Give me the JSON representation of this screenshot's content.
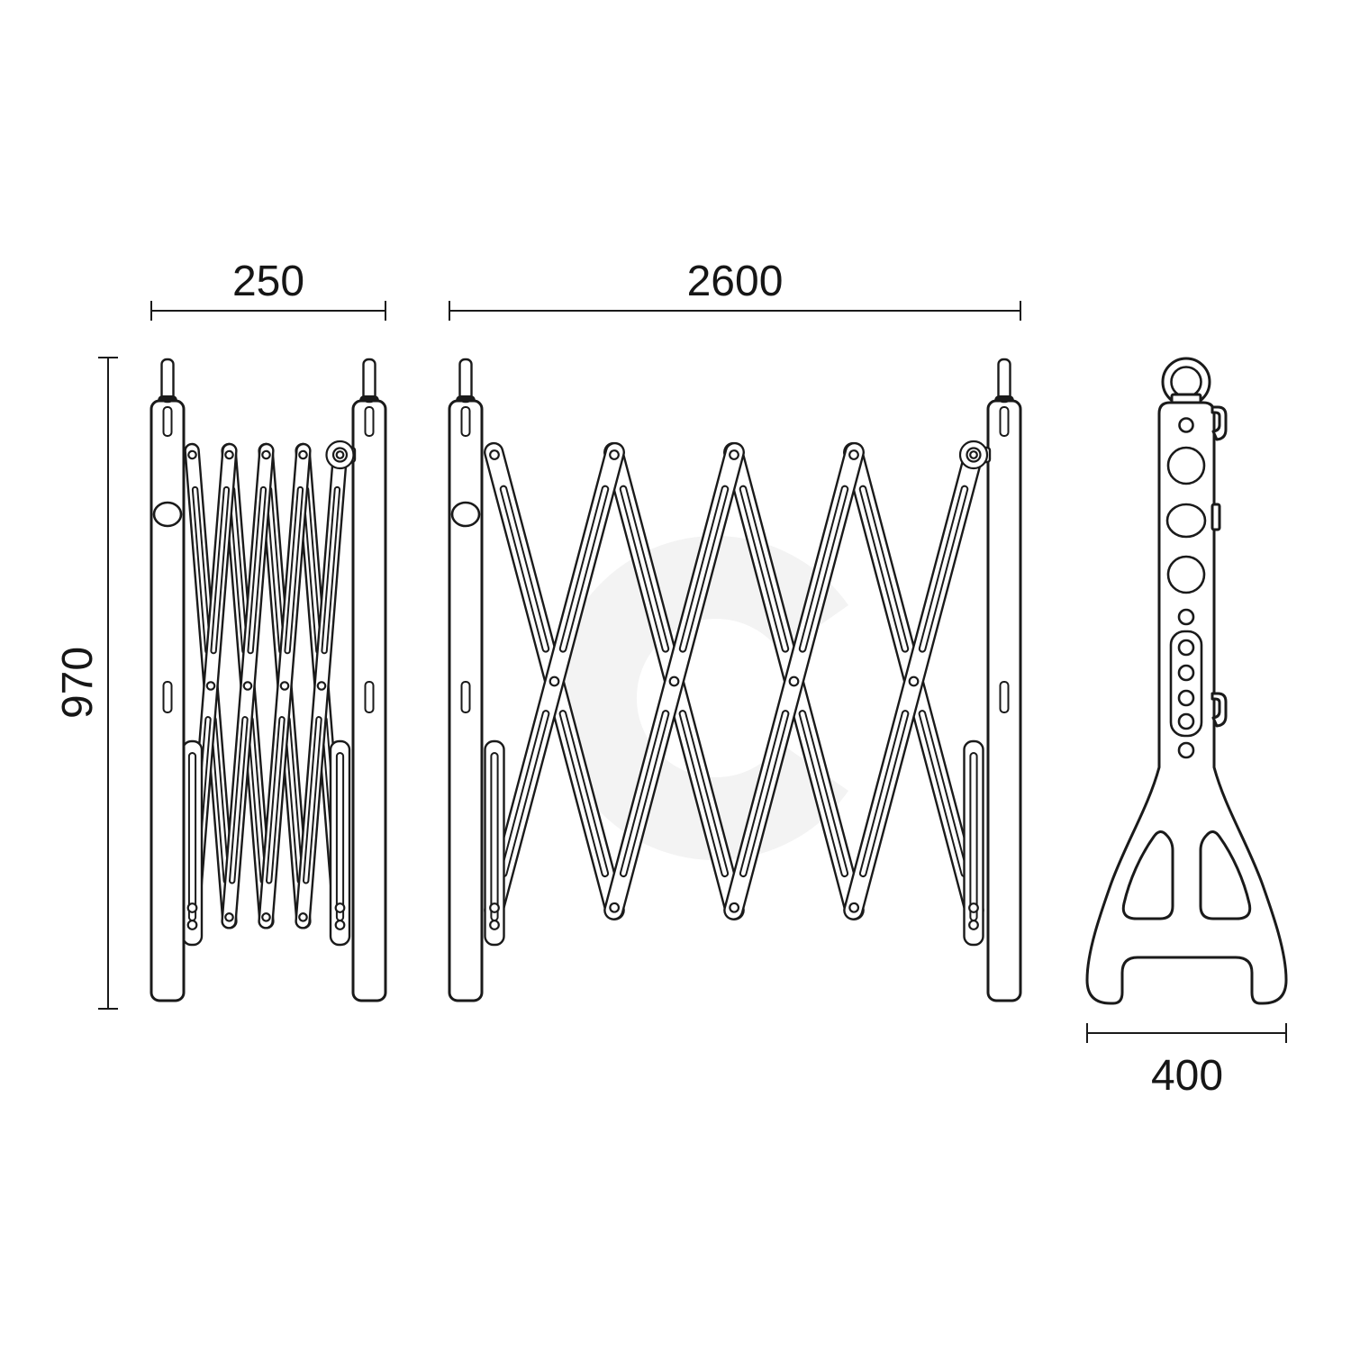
{
  "drawing": {
    "dimensions": {
      "collapsed_width": "250",
      "expanded_width": "2600",
      "height": "970",
      "base_width": "400"
    },
    "colors": {
      "line": "#1a1a1a",
      "background": "#ffffff",
      "watermark": "#f3f3f3"
    }
  }
}
